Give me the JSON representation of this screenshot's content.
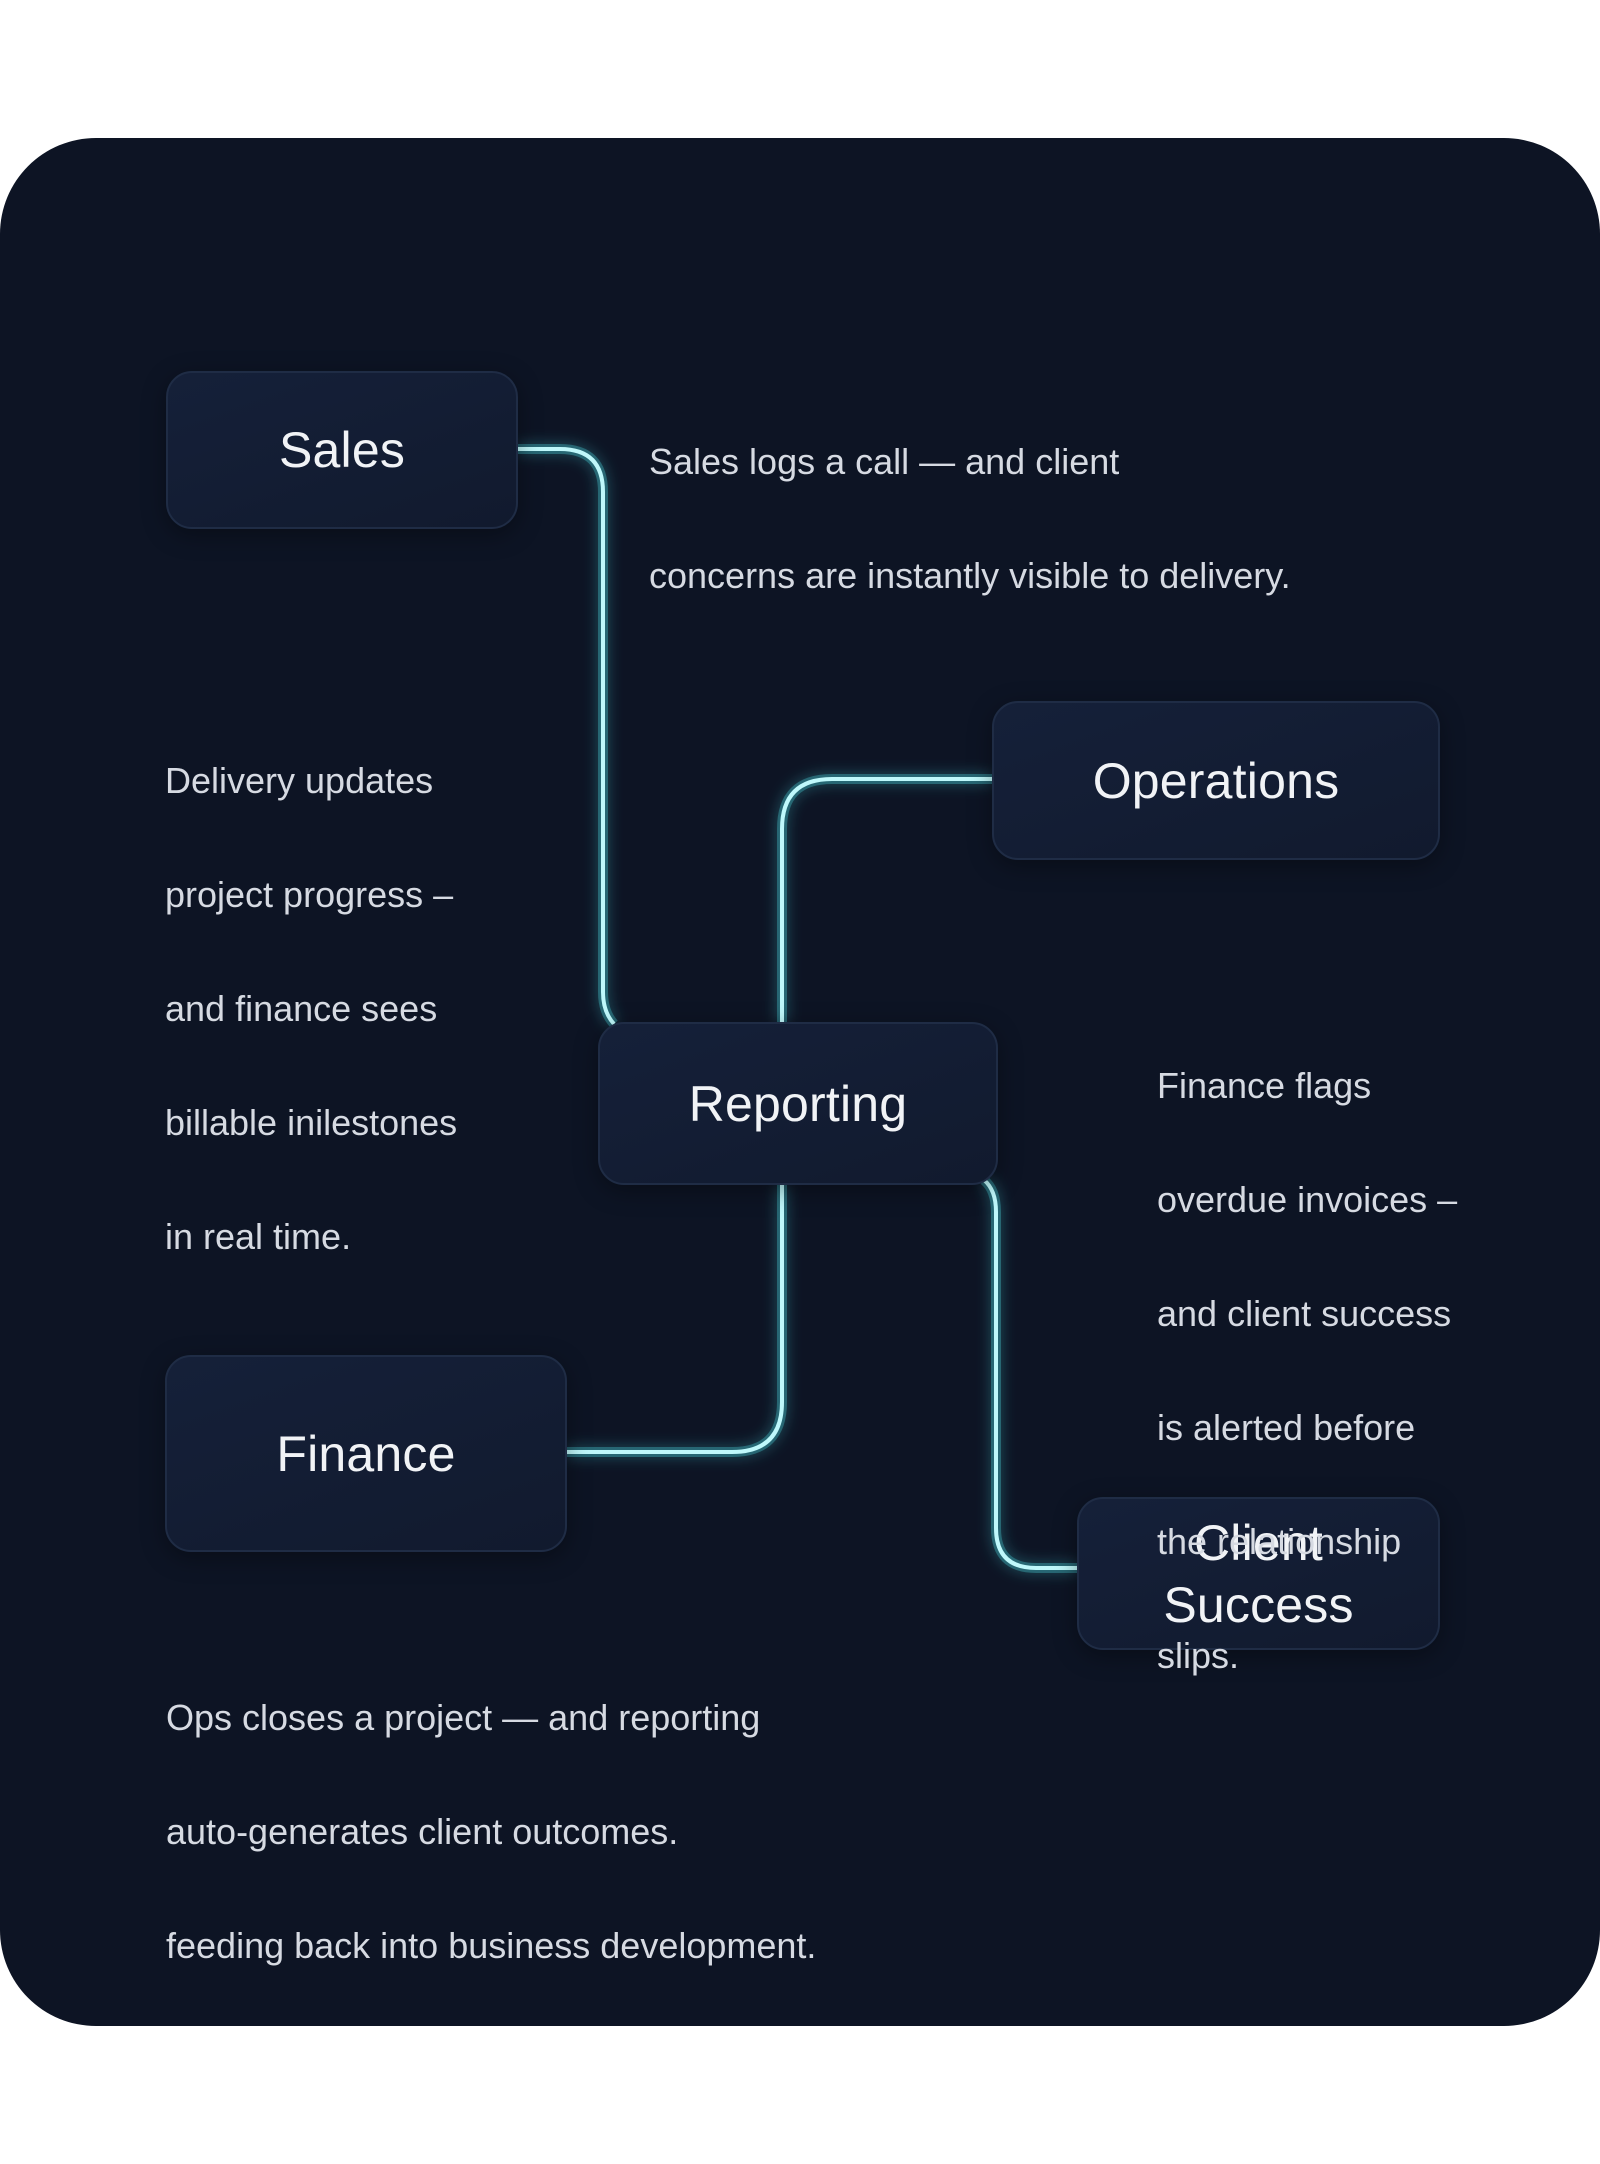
{
  "diagram": {
    "type": "hub-and-spoke flow",
    "theme": {
      "background": "#0d1424",
      "node_fill": "#131d33",
      "node_border": "#1f2c45",
      "node_text": "#f1f3f6",
      "note_text": "#d6dae2",
      "connector_core": "#bff8fb",
      "connector_glow": "#45c8d0"
    },
    "nodes": {
      "sales": {
        "label": "Sales"
      },
      "operations": {
        "label": "Operations"
      },
      "reporting": {
        "label": "Reporting"
      },
      "finance": {
        "label": "Finance"
      },
      "client_success": {
        "label_lines": [
          "Client",
          "Success"
        ]
      }
    },
    "edges": [
      {
        "from": "Sales",
        "to": "Reporting"
      },
      {
        "from": "Operations",
        "to": "Reporting"
      },
      {
        "from": "Reporting",
        "to": "Finance"
      },
      {
        "from": "Reporting",
        "to": "Client Success"
      }
    ],
    "notes": {
      "sales_note": {
        "lines": [
          "Sales logs a call — and client",
          "concerns are instantly visible to delivery."
        ]
      },
      "delivery_note": {
        "lines": [
          "Delivery updates",
          "project progress –",
          "and finance sees",
          "billable inilestones",
          "in real time."
        ]
      },
      "finance_note": {
        "lines": [
          "Finance flags",
          "overdue invoices –",
          "and client success",
          "is alerted before",
          "the relationship",
          "slips."
        ]
      },
      "ops_note": {
        "lines": [
          "Ops closes a project — and reporting",
          "auto-generates client outcomes.",
          "feeding back into business development."
        ]
      }
    }
  }
}
